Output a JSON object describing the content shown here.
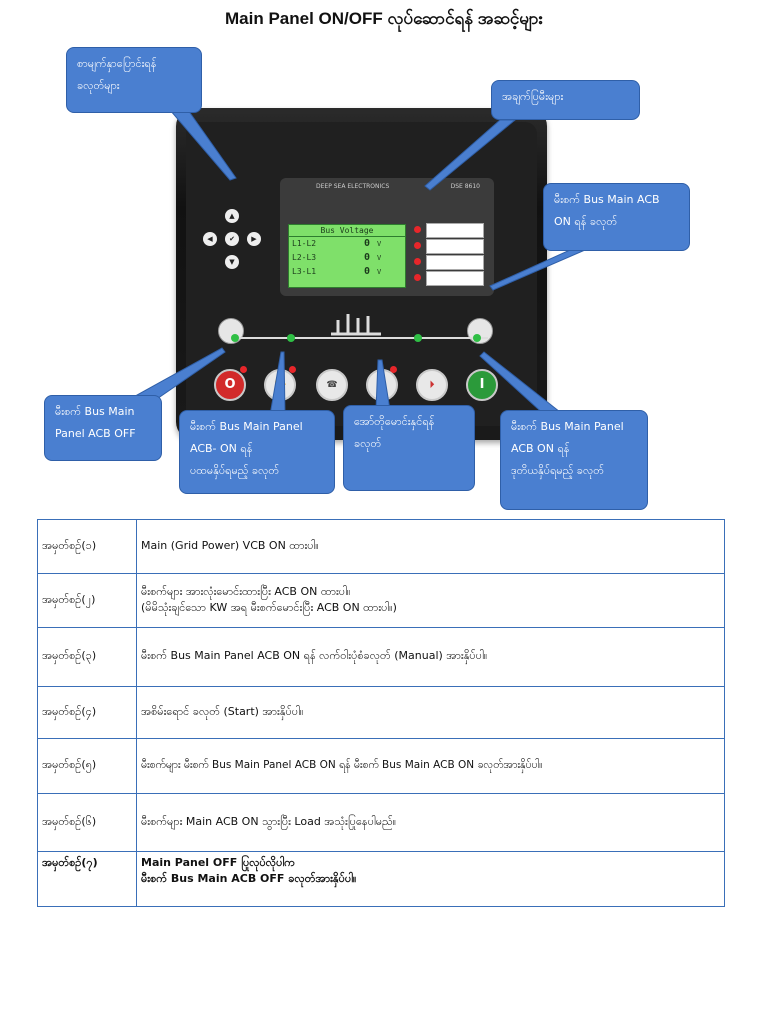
{
  "title": "Main Panel ON/OFF လုပ်ဆောင်ရန် အဆင့်များ",
  "callouts": {
    "menu_nav": [
      "စာမျက်နှာပြောင်းရန်",
      "ခလုတ်များ"
    ],
    "alarms": [
      "အချက်ပြမီးများ"
    ],
    "bus_main_acb_on": [
      "မီးစက် Bus Main ACB",
      "ON ရန် ခလုတ်"
    ],
    "acb_off": [
      "မီးစက် Bus Main",
      "Panel ACB OFF"
    ],
    "acb_on_first": [
      "မီးစက် Bus Main Panel",
      "ACB- ON ရန်",
      "ပထမနှိပ်ရမည့် ခလုတ်"
    ],
    "auto_start": [
      "အော်တိုမောင်းနှင်ရန်",
      "ခလုတ်"
    ],
    "acb_on_second": [
      "မီးစက် Bus Main Panel",
      "ACB ON ရန်",
      "ဒုတိယနှိပ်ရမည့် ခလုတ်"
    ]
  },
  "device": {
    "brand": "DEEP SEA ELECTRONICS",
    "model": "DSE 8610",
    "lcd": {
      "title": "Bus Voltage",
      "rows": [
        {
          "label": "L1-L2",
          "value": "0",
          "unit": "V"
        },
        {
          "label": "L2-L3",
          "value": "0",
          "unit": "V"
        },
        {
          "label": "L3-L1",
          "value": "0",
          "unit": "V"
        }
      ]
    },
    "stop_label": "O",
    "start_label": "I",
    "colors": {
      "lcd": "#7fe06a",
      "stop": "#d22a2a",
      "start": "#2b9a3a",
      "callout": "#4a7fd0"
    }
  },
  "steps": [
    {
      "num": "အမှတ်စဉ်(၁)",
      "text": [
        "Main (Grid Power)  VCB ON ထားပါ။"
      ],
      "bold": false
    },
    {
      "num": "အမှတ်စဉ်(၂)",
      "text": [
        "မီးစက်များ အားလုံးမောင်းထားပြီး  ACB ON  ထားပါ။",
        "(မိမိသုံးချင်သော KW အရ မီးစက်မောင်းပြီး ACB ON ထားပါ။)"
      ],
      "bold": false
    },
    {
      "num": "အမှတ်စဉ်(၃)",
      "text": [
        "မီးစက် Bus Main Panel  ACB ON  ရန် လက်ဝါးပုံစံခလုတ် (Manual) အားနှိပ်ပါ။"
      ],
      "bold": false
    },
    {
      "num": "အမှတ်စဉ်(၄)",
      "text": [
        "အစိမ်းရောင် ခလုတ်  (Start)  အားနှိပ်ပါ။"
      ],
      "bold": false
    },
    {
      "num": "အမှတ်စဉ်(၅)",
      "text": [
        "မီးစက်များ  မီးစက် Bus Main Panel  ACB ON ရန် မီးစက် Bus Main ACB  ON ခလုတ်အားနှိပ်ပါ။"
      ],
      "bold": false
    },
    {
      "num": "အမှတ်စဉ်(၆)",
      "text": [
        "မီးစက်များ  Main ACB ON သွားပြီး Load အသုံးပြုနေပါမည်။"
      ],
      "bold": false
    },
    {
      "num": "အမှတ်စဉ်(၇)",
      "text": [
        "Main Panel OFF ပြုလုပ်လိုပါက",
        "မီးစက် Bus Main ACB OFF ခလုတ်အားနှိပ်ပါ။"
      ],
      "bold": true
    }
  ]
}
